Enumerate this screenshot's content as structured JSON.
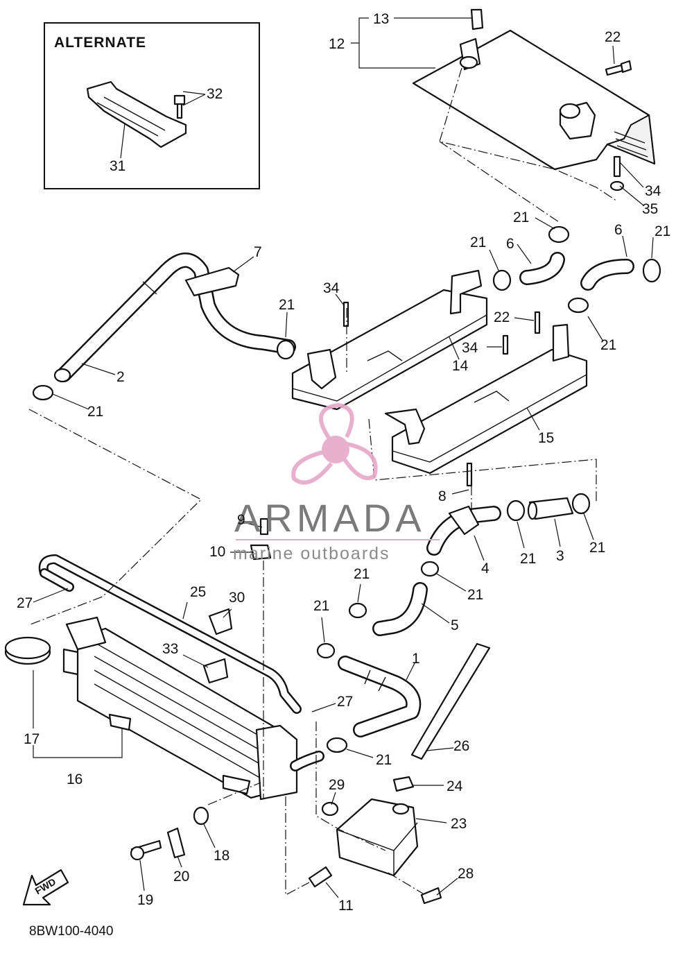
{
  "diagram": {
    "alternate_title": "ALTERNATE",
    "part_code": "8BW100-4040",
    "fwd_label": "FWD",
    "watermark": {
      "brand": "ARMADA",
      "tagline": "marine outboards",
      "logo_color": "#e6a8c8"
    },
    "callouts": {
      "c1": "1",
      "c2": "2",
      "c3": "3",
      "c4": "4",
      "c5": "5",
      "c6a": "6",
      "c6b": "6",
      "c7": "7",
      "c8": "8",
      "c9": "9",
      "c10": "10",
      "c11": "11",
      "c12": "12",
      "c13": "13",
      "c14": "14",
      "c15": "15",
      "c16": "16",
      "c17": "17",
      "c18": "18",
      "c19": "19",
      "c20": "20",
      "c21a": "21",
      "c21b": "21",
      "c21c": "21",
      "c21d": "21",
      "c21e": "21",
      "c21f": "21",
      "c21g": "21",
      "c21h": "21",
      "c21i": "21",
      "c21j": "21",
      "c21k": "21",
      "c21l": "21",
      "c22a": "22",
      "c22b": "22",
      "c23": "23",
      "c24": "24",
      "c25": "25",
      "c26": "26",
      "c27a": "27",
      "c27b": "27",
      "c28": "28",
      "c29": "29",
      "c30": "30",
      "c31": "31",
      "c32": "32",
      "c33": "33",
      "c34a": "34",
      "c34b": "34",
      "c34c": "34",
      "c35": "35"
    }
  }
}
